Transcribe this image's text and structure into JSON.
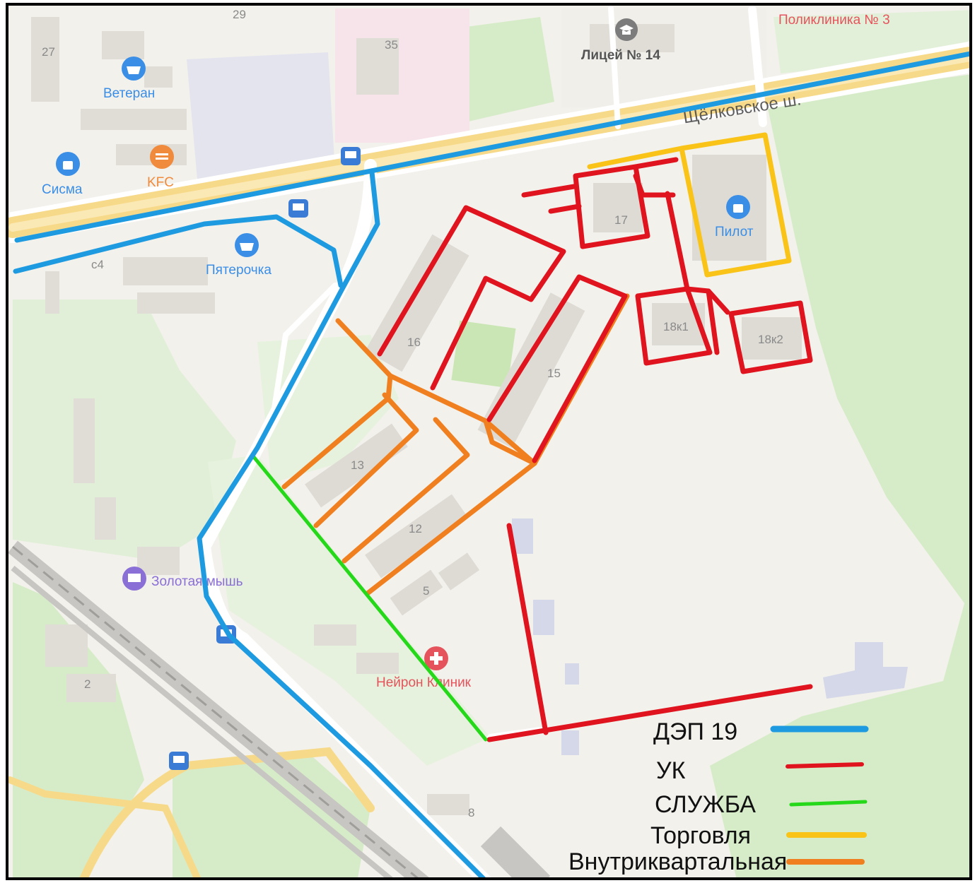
{
  "map": {
    "street_label": "Щёлковское ш.",
    "house_numbers": [
      "27",
      "29",
      "35",
      "17",
      "16",
      "15",
      "13",
      "12",
      "5",
      "2",
      "8",
      "18к1",
      "18к2",
      "с4"
    ],
    "pois": [
      {
        "label": "Поликлиника № 3",
        "icon": "hospital-icon",
        "color": "#e5545c"
      },
      {
        "label": "Лицей № 14",
        "icon": "school-icon",
        "color": "#555555"
      },
      {
        "label": "Ветеран",
        "icon": "shopping-basket-icon",
        "color": "#3a8ee6"
      },
      {
        "label": "Сисма",
        "icon": "shopping-bag-icon",
        "color": "#3a8ee6"
      },
      {
        "label": "KFC",
        "icon": "restaurant-icon",
        "color": "#f08a3c"
      },
      {
        "label": "Пятерочка",
        "icon": "shopping-basket-icon",
        "color": "#3a8ee6"
      },
      {
        "label": "Пилот",
        "icon": "shopping-bag-icon",
        "color": "#3a8ee6"
      },
      {
        "label": "Золотая мышь",
        "icon": "computer-icon",
        "color": "#8a6fd6"
      },
      {
        "label": "Нейрон Клиник",
        "icon": "medical-cross-icon",
        "color": "#e5545c"
      }
    ],
    "bus_stop_icon": "bus-stop-icon"
  },
  "legend": [
    {
      "label": "ДЭП 19",
      "color": "#1e9be0"
    },
    {
      "label": "УК",
      "color": "#e0141e"
    },
    {
      "label": "СЛУЖБА",
      "color": "#26d81a"
    },
    {
      "label": "Торговля",
      "color": "#f9c318"
    },
    {
      "label": "Внутриквартальная",
      "color": "#f07f1f"
    }
  ]
}
